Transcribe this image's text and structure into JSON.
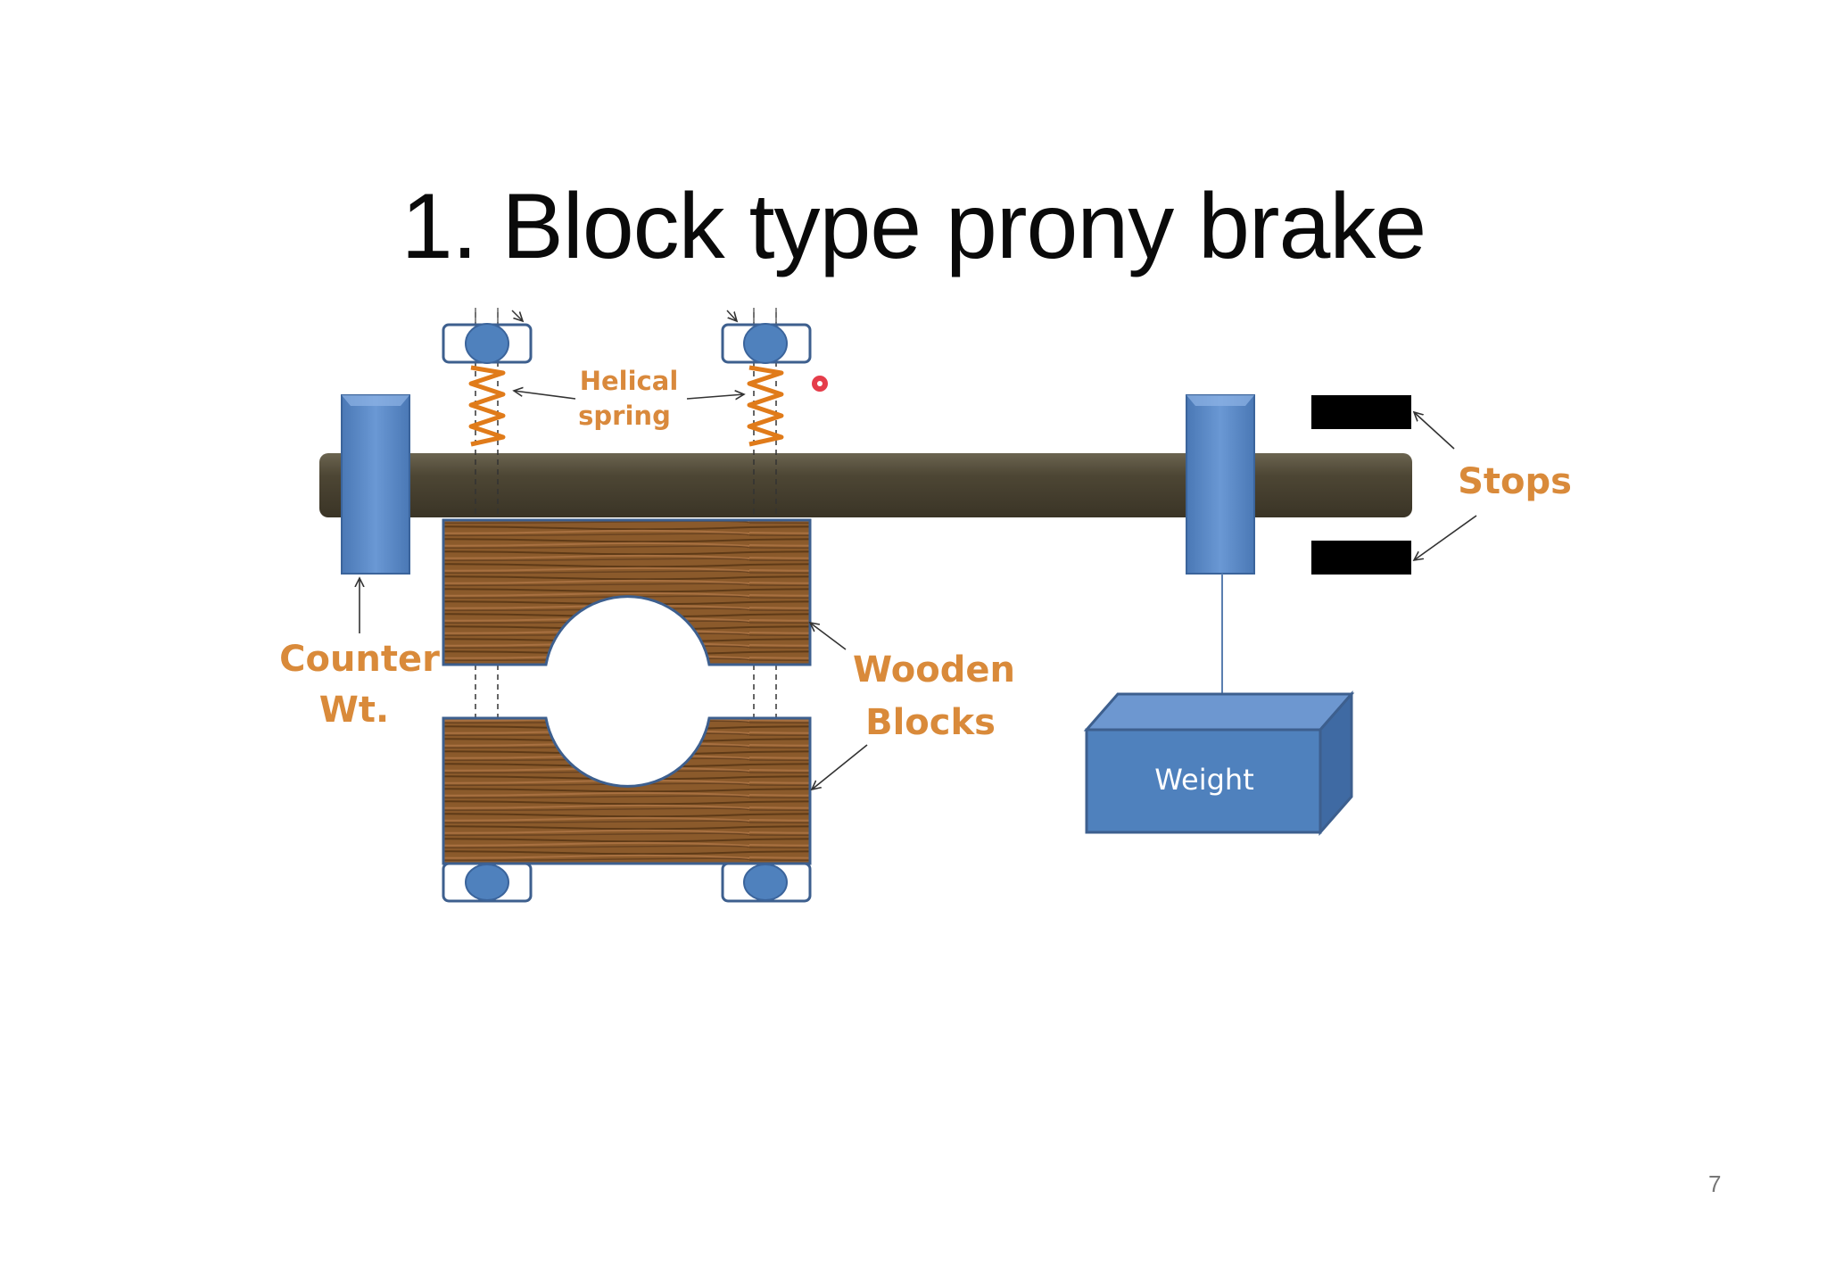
{
  "slide": {
    "title": "1. Block type prony brake",
    "page_number": "7"
  },
  "diagram": {
    "labels": {
      "helical_spring_line1": "Helical",
      "helical_spring_line2": "spring",
      "stops": "Stops",
      "counter_line1": "Counter",
      "counter_line2": "Wt.",
      "wooden_line1": "Wooden",
      "wooden_line2": "Blocks",
      "weight": "Weight"
    },
    "colors": {
      "label": "#d98a3a",
      "shaft": "#4a4333",
      "blue_part": "#4f81bd",
      "wood": "#8a5a2b",
      "stop": "#000000",
      "spring": "#e07b1a"
    }
  }
}
